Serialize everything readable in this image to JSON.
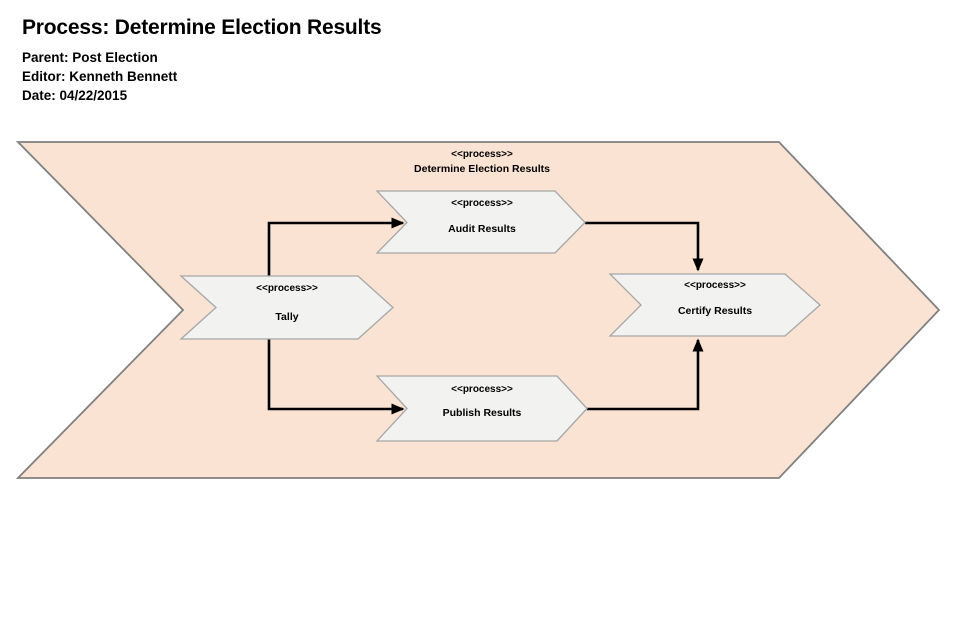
{
  "header": {
    "title": "Process: Determine Election Results",
    "parent": "Parent: Post Election",
    "editor": "Editor: Kenneth Bennett",
    "date": "Date: 04/22/2015"
  },
  "diagram": {
    "container": {
      "stereotype": "<<process>>",
      "label": "Determine Election Results"
    },
    "nodes": [
      {
        "id": "tally",
        "stereotype": "<<process>>",
        "label": "Tally"
      },
      {
        "id": "audit",
        "stereotype": "<<process>>",
        "label": "Audit Results"
      },
      {
        "id": "publish",
        "stereotype": "<<process>>",
        "label": "Publish Results"
      },
      {
        "id": "certify",
        "stereotype": "<<process>>",
        "label": "Certify Results"
      }
    ],
    "connectors": [
      {
        "from": "tally",
        "to": "audit"
      },
      {
        "from": "tally",
        "to": "publish"
      },
      {
        "from": "audit",
        "to": "certify"
      },
      {
        "from": "publish",
        "to": "certify"
      }
    ],
    "colors": {
      "container_fill": "#FAE3D3",
      "container_border": "#808080",
      "node_fill": "#F2F2F1",
      "node_border": "#A6A6A6",
      "connector": "#000000",
      "text": "#000000"
    }
  }
}
